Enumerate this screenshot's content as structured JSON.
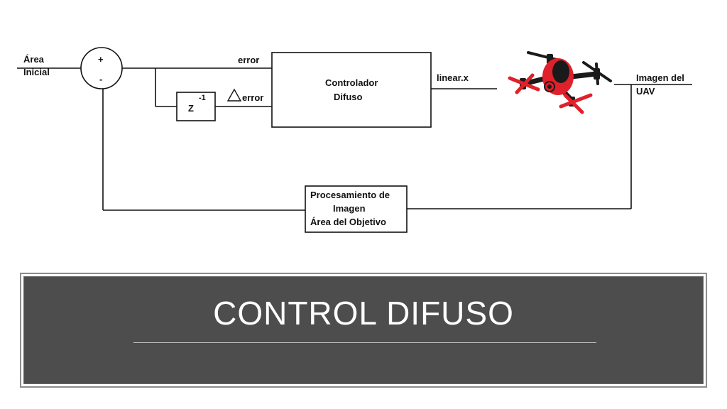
{
  "diagram": {
    "input_label": [
      "Área",
      "Inicial"
    ],
    "sum_plus": "+",
    "sum_minus": "-",
    "error_label": "error",
    "delay_label": "Z",
    "delay_exponent": "-1",
    "delta_error_label": "error",
    "controller_label": [
      "Controlador",
      "Difuso"
    ],
    "output_label": "linear.x",
    "uav_output_label": [
      "Imagen del",
      "UAV"
    ],
    "feedback_label": [
      "Procesamiento de",
      "Imagen",
      "Área del Objetivo"
    ]
  },
  "slide": {
    "title": "CONTROL DIFUSO"
  },
  "colors": {
    "panel": "#4d4d4d",
    "drone_red": "#e0202a",
    "drone_black": "#1a1a1a"
  }
}
